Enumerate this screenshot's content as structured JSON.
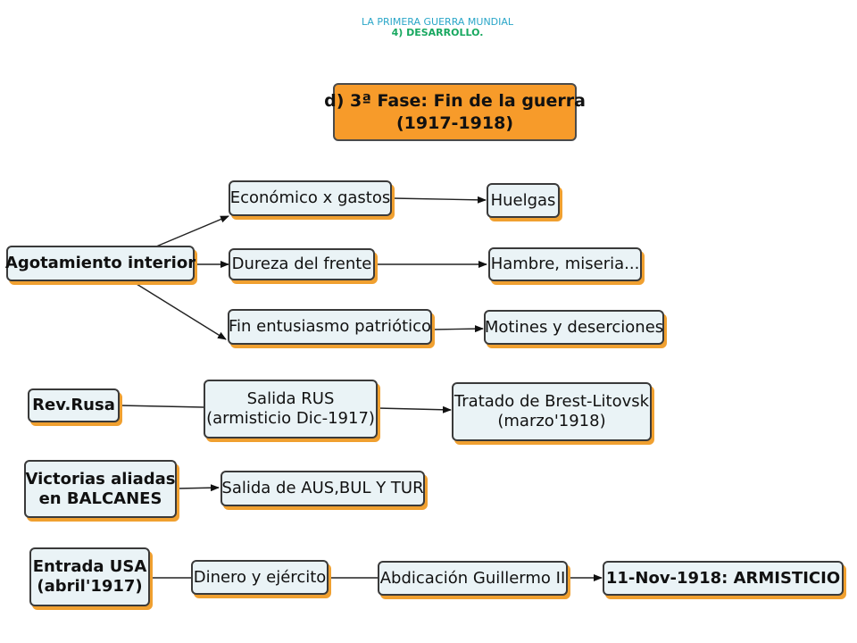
{
  "header": {
    "line1": "LA PRIMERA GUERRA MUNDIAL",
    "line2": "4) DESARROLLO."
  },
  "nodes": {
    "title": [
      "d) 3ª Fase: Fin de la guerra",
      "(1917-1918)"
    ],
    "agotamiento": "Agotamiento interior",
    "economico": "Económico x gastos",
    "huelgas": "Huelgas",
    "dureza": "Dureza del frente",
    "hambre": "Hambre, miseria...",
    "entusiasmo": "Fin entusiasmo patriótico",
    "motines": "Motines y deserciones",
    "revrusa": "Rev.Rusa",
    "salida_rus": [
      "Salida RUS",
      "(armisticio Dic-1917)"
    ],
    "tratado": [
      "Tratado de Brest-Litovsk",
      "(marzo'1918)"
    ],
    "victorias": [
      "Victorias aliadas",
      "en BALCANES"
    ],
    "salida_aus": "Salida de AUS,BUL Y TUR",
    "entrada_usa": [
      "Entrada USA",
      "(abril'1917)"
    ],
    "dinero": "Dinero y ejército",
    "abdicacion": "Abdicación Guillermo II",
    "armisticio": "11-Nov-1918: ARMISTICIO"
  }
}
